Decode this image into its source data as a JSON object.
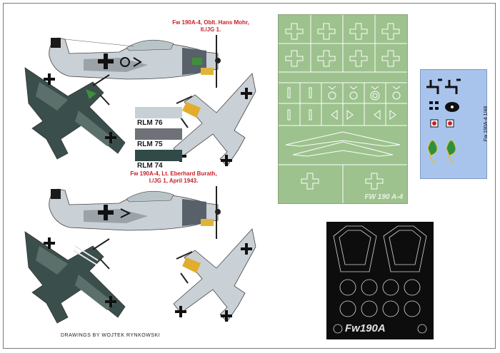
{
  "profiles": [
    {
      "caption_line1": "Fw 190A-4, Oblt. Hans Mohr,",
      "caption_line2": "II./JG 1."
    },
    {
      "caption_line1": "Fw 190A-4, Lt. Eberhard Burath,",
      "caption_line2": "I./JG 1, April 1943."
    }
  ],
  "colors": [
    {
      "label": "RLM 76",
      "hex": "#c7d0d5"
    },
    {
      "label": "RLM 75",
      "hex": "#6e7177"
    },
    {
      "label": "RLM 74",
      "hex": "#2f4a47"
    }
  ],
  "credit": "DRAWINGS BY WOJTEK RYNKOWSKI",
  "green_mask": {
    "label": "FW 190 A-4",
    "hex": "#9dc28e"
  },
  "blue_decal": {
    "label": "Fw 190A-4 1/48",
    "hex": "#a9c4ec"
  },
  "black_mask": {
    "label": "Fw190A"
  }
}
